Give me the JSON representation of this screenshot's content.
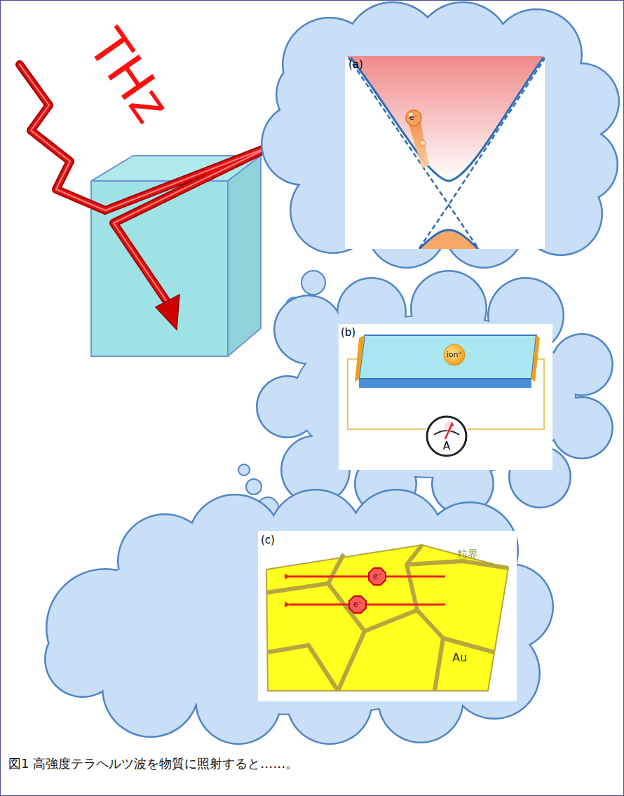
{
  "diagram": {
    "caption": "図1 高強度テラヘルツ波を物質に照射すると……。",
    "nodes": [
      {
        "text": [
          "(a)"
        ]
      },
      {
        "text": [
          "e⁻"
        ],
        "in": 0
      },
      {
        "text": [
          "(b)"
        ]
      },
      {
        "text": [
          "ion⁺"
        ],
        "in": 2
      },
      {
        "text": [
          "A"
        ],
        "in": 2
      },
      {
        "text": [
          "(c)"
        ]
      },
      {
        "text": [
          "e⁻"
        ],
        "in": 5
      },
      {
        "text": [
          "e⁻"
        ],
        "in": 5
      }
    ],
    "labels": [
      "THz",
      "粒界",
      "Au"
    ]
  }
}
